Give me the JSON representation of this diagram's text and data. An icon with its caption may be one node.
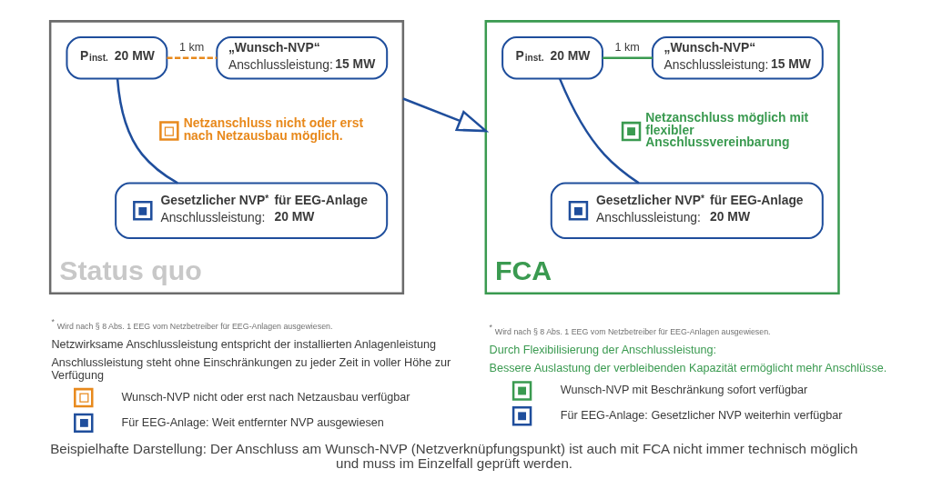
{
  "diagram": {
    "caption": "Beispielhafte Darstellung: Der Anschluss am Wunsch-NVP (Netzverknüpfungspunkt) ist auch mit FCA nicht immer technisch möglich und muss im Einzelfall geprüft werden.",
    "nodes": [
      {
        "text": [
          "Status quo"
        ]
      },
      {
        "text": [
          "P$_{inst.}$ 20 MW"
        ],
        "in": 0
      },
      {
        "text": [
          "„Wunsch-NVP“",
          "Anschlussleistung: **15 MW**"
        ],
        "in": 0
      },
      {
        "text": [
          "Gesetzlicher NVP$^{*}$ für EEG-Anlage",
          "Anschlussleistung: **20 MW**"
        ],
        "in": 0
      },
      {
        "text": [
          "FCA"
        ]
      },
      {
        "text": [
          "P$_{inst.}$ 20 MW"
        ],
        "in": 4
      },
      {
        "text": [
          "„Wunsch-NVP“",
          "Anschlussleistung: **15 MW**"
        ],
        "in": 4
      },
      {
        "text": [
          "Gesetzlicher NVP$^{*}$ für EEG-Anlage",
          "Anschlussleistung: **20 MW**"
        ],
        "in": 4
      }
    ],
    "edges": [
      {
        "from": 1,
        "to": 2,
        "arrow": "none",
        "label": "1 km",
        "style": "dashed",
        "color": "#e8891c"
      },
      {
        "from": 1,
        "to": 3,
        "arrow": "none"
      },
      {
        "from": 5,
        "to": 6,
        "arrow": "none",
        "label": "1 km",
        "color": "#3a9a50"
      },
      {
        "from": 5,
        "to": 7,
        "arrow": "none"
      },
      {
        "from": 0,
        "to": 4,
        "arrow": "to"
      }
    ],
    "labels": [
      "Netzanschluss nicht oder erst nach Netzausbau möglich.",
      "$^{*}$ Wird nach § 8 Abs. 1 EEG vom Netzbetreiber für EEG-Anlagen ausgewiesen.",
      "Netzwirksame Anschlussleistung entspricht der installierten Anlagenleistung",
      "Anschlussleistung steht ohne Einschränkungen zu jeder Zeit in voller Höhe zur Verfügung",
      "Wunsch-NVP nicht oder erst nach Netzausbau verfügbar",
      "Für EEG-Anlage: Weit entfernter NVP ausgewiesen",
      "Netzanschluss möglich mit flexibler Anschlussvereinbarung",
      "$^{*}$ Wird nach § 8 Abs. 1 EEG vom Netzbetreiber für EEG-Anlagen ausgewiesen.",
      "Durch Flexibilisierung der Anschlussleistung:",
      "Bessere Auslastung der verbleibenden Kapazität ermöglicht mehr Anschlüsse.",
      "Wunsch-NVP mit Beschränkung sofort verfügbar",
      "Für EEG-Anlage: Gesetzlicher NVP weiterhin verfügbar"
    ]
  }
}
